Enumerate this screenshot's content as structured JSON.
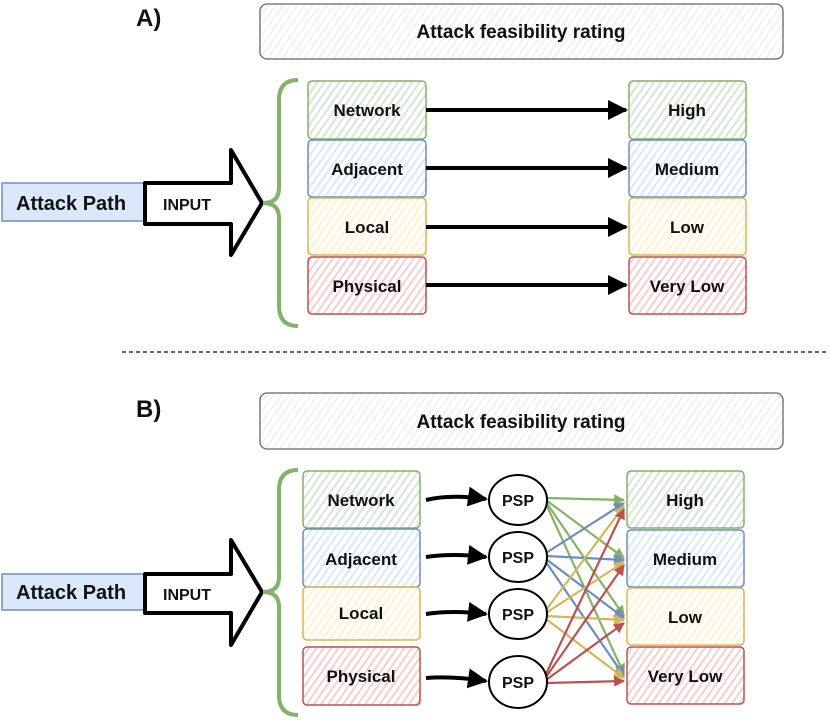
{
  "panel_a": {
    "label": "A)",
    "title": "Attack feasibility rating",
    "input_source": "Attack Path",
    "input_label": "INPUT",
    "vectors": [
      "Network",
      "Adjacent",
      "Local",
      "Physical"
    ],
    "ratings": [
      "High",
      "Medium",
      "Low",
      "Very Low"
    ]
  },
  "panel_b": {
    "label": "B)",
    "title": "Attack feasibility rating",
    "input_source": "Attack Path",
    "input_label": "INPUT",
    "vectors": [
      "Network",
      "Adjacent",
      "Local",
      "Physical"
    ],
    "processor": "PSP",
    "ratings": [
      "High",
      "Medium",
      "Low",
      "Very Low"
    ]
  },
  "colors": {
    "network": "#82b366",
    "adjacent": "#6c8ebf",
    "local": "#d6b656",
    "physical": "#b85450",
    "network_fill": "#d5e8d4",
    "adjacent_fill": "#dae8fc",
    "local_fill": "#fff2cc",
    "physical_fill": "#f8cecc",
    "input_fill": "#dae8fc",
    "bracket": "#82b366",
    "title_border": "#666666",
    "divider": "#333333"
  }
}
